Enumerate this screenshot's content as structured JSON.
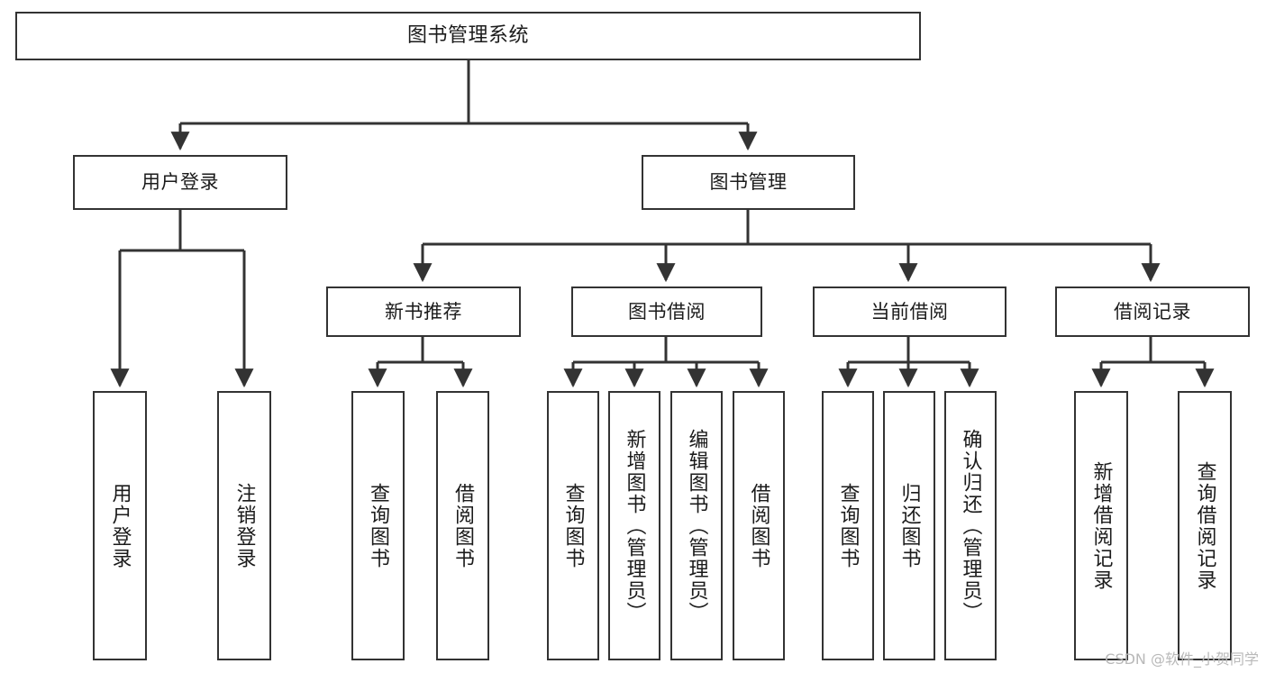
{
  "diagram": {
    "title": "图书管理系统",
    "type": "tree-hierarchy-chart",
    "root": {
      "id": "root",
      "label": "图书管理系统"
    },
    "level1": [
      {
        "id": "user-login",
        "label": "用户登录"
      },
      {
        "id": "book-manage",
        "label": "图书管理"
      }
    ],
    "level2": [
      {
        "id": "new-book-recommend",
        "label": "新书推荐",
        "parent": "book-manage"
      },
      {
        "id": "book-borrow",
        "label": "图书借阅",
        "parent": "book-manage"
      },
      {
        "id": "current-borrow",
        "label": "当前借阅",
        "parent": "book-manage"
      },
      {
        "id": "borrow-record",
        "label": "借阅记录",
        "parent": "book-manage"
      }
    ],
    "leaves": [
      {
        "id": "leaf-user-login",
        "label": "用户登录",
        "parent": "user-login"
      },
      {
        "id": "leaf-logout-login",
        "label": "注销登录",
        "parent": "user-login"
      },
      {
        "id": "leaf-query-book-1",
        "label": "查询图书",
        "parent": "new-book-recommend"
      },
      {
        "id": "leaf-borrow-book-1",
        "label": "借阅图书",
        "parent": "new-book-recommend"
      },
      {
        "id": "leaf-query-book-2",
        "label": "查询图书",
        "parent": "book-borrow"
      },
      {
        "id": "leaf-add-book",
        "label": "新增图书（管理员）",
        "parent": "book-borrow"
      },
      {
        "id": "leaf-edit-book",
        "label": "编辑图书（管理员）",
        "parent": "book-borrow"
      },
      {
        "id": "leaf-borrow-book-2",
        "label": "借阅图书",
        "parent": "book-borrow"
      },
      {
        "id": "leaf-query-book-3",
        "label": "查询图书",
        "parent": "current-borrow"
      },
      {
        "id": "leaf-return-book",
        "label": "归还图书",
        "parent": "current-borrow"
      },
      {
        "id": "leaf-confirm-return",
        "label": "确认归还（管理员）",
        "parent": "current-borrow"
      },
      {
        "id": "leaf-add-record",
        "label": "新增借阅记录",
        "parent": "borrow-record"
      },
      {
        "id": "leaf-query-record",
        "label": "查询借阅记录",
        "parent": "borrow-record"
      }
    ],
    "colors": {
      "background": "#ffffff",
      "node_fill": "#ffffff",
      "node_border": "#333333",
      "edge": "#333333",
      "text": "#1b1b1b",
      "watermark": "#b9b9b9"
    }
  },
  "watermark": {
    "text": "CSDN @软件_小贺同学"
  }
}
